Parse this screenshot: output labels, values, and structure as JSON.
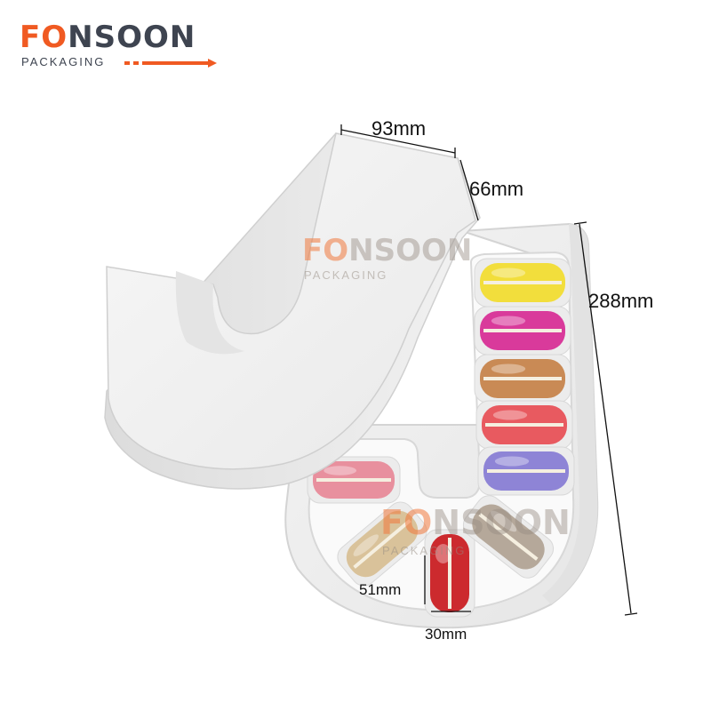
{
  "logo": {
    "brand_accent": "F",
    "brand_rest": "NSOON",
    "brand_o": "O",
    "tagline": "PACKAGING",
    "accent_color": "#f05a22",
    "text_color": "#3e4450"
  },
  "watermark": {
    "brand_accent": "F",
    "brand_o": "O",
    "brand_rest": "NSOON",
    "tagline": "PACKAGING"
  },
  "dimensions": {
    "width": "93mm",
    "depth": "66mm",
    "height": "288mm",
    "slot_height": "51mm",
    "slot_width": "30mm"
  },
  "macaron_colors": [
    "#f2de3c",
    "#d93a9b",
    "#c98a55",
    "#e85a60",
    "#8e84d6",
    "#e8909e",
    "#d9c29a",
    "#cc2a2e",
    "#b5a89a"
  ]
}
